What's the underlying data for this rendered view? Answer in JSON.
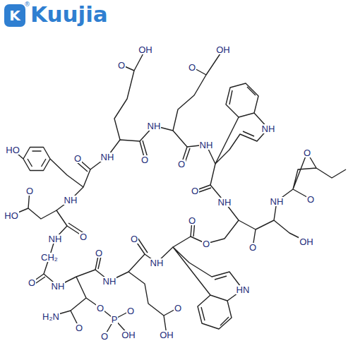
{
  "diagram": {
    "nodes": [
      {
        "text": [
          "K"
        ]
      }
    ],
    "labels": [
      "OH",
      "OH",
      "O",
      "O",
      "HO",
      "O",
      "NH",
      "O",
      "NH",
      "O",
      "NH",
      "NH",
      "O",
      "NH",
      "O",
      "OH",
      "NH",
      "O",
      "O",
      "O",
      "O",
      "HN",
      "NH",
      "O",
      "O",
      "OH",
      "NH",
      "O",
      "O",
      "P",
      "O",
      "O",
      "OH",
      "O",
      "H₂N",
      "NH",
      "O",
      "CH₂",
      "NH",
      "O",
      "O",
      "HO",
      "NH",
      "Kuujia",
      "®"
    ]
  }
}
